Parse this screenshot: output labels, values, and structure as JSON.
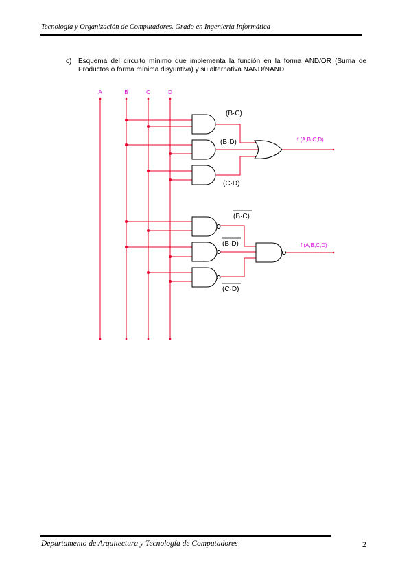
{
  "header": {
    "title": "Tecnología y Organización de Computadores. Grado en Ingeniería Informática"
  },
  "section": {
    "label": "c)",
    "line1": "Esquema del circuito mínimo que implementa la función en la forma AND/OR (Suma de",
    "line2": "Productos o forma mínima disyuntiva) y su alternativa NAND/NAND:"
  },
  "circuit": {
    "inputs": [
      "A",
      "B",
      "C",
      "D"
    ],
    "and_or": {
      "terms": [
        "(B·C)",
        "(B·D)",
        "(C·D)"
      ],
      "output": "f (A,B,C,D)"
    },
    "nand_nand": {
      "terms": [
        "(B·C)",
        "(B·D)",
        "(C·D)"
      ],
      "output": "f (A,B,C,D)"
    },
    "colors": {
      "wire": "#e8002a",
      "label": "#d400d4",
      "gate": "#000000"
    }
  },
  "footer": {
    "department": "Departamento de Arquitectura y Tecnología de Computadores",
    "page": "2"
  }
}
